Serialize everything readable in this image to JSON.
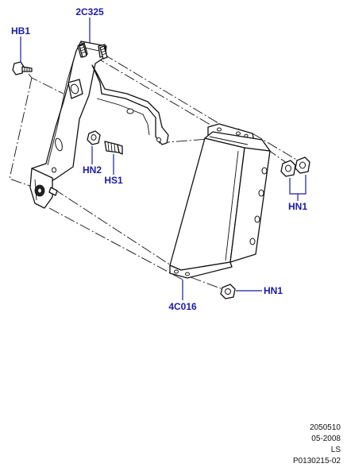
{
  "callouts": {
    "bracket": "2C325",
    "bolt_top": "HB1",
    "nut_bracket": "HN2",
    "stud_bracket": "HS1",
    "nuts_pair": "HN1",
    "nut_lower": "HN1",
    "module": "4C016"
  },
  "reference": {
    "line1": "2050510",
    "line2": "05-2008",
    "line3": "LS",
    "line4": "P0130215-02"
  },
  "colors": {
    "callout": "#1a1aa6",
    "linework": "#111111"
  }
}
